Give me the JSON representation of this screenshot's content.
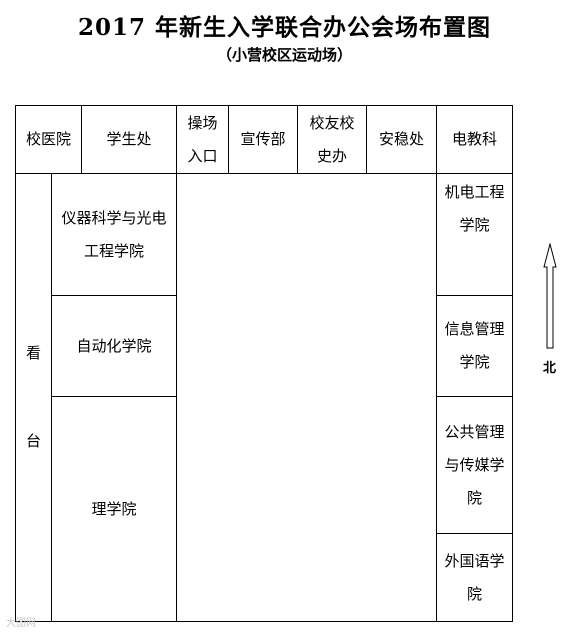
{
  "title": "2017 年新生入学联合办公会场布置图",
  "subtitle": "（小营校区运动场）",
  "top_row": [
    {
      "label": "校医院"
    },
    {
      "label": "学生处"
    },
    {
      "label": "操场入口"
    },
    {
      "label": "宣传部"
    },
    {
      "label": "校友校史办"
    },
    {
      "label": "安稳处"
    },
    {
      "label": "电教科"
    }
  ],
  "stand": {
    "label": "看台"
  },
  "left_column": [
    {
      "label": "仪器科学与光电工程学院"
    },
    {
      "label": "自动化学院"
    },
    {
      "label": "理学院"
    }
  ],
  "right_column": [
    {
      "label": "机电工程学院"
    },
    {
      "label": "信息管理学院"
    },
    {
      "label": "公共管理与传媒学院"
    },
    {
      "label": "外国语学院"
    }
  ],
  "compass": {
    "label": "北"
  },
  "watermark": {
    "text": "大图网"
  }
}
